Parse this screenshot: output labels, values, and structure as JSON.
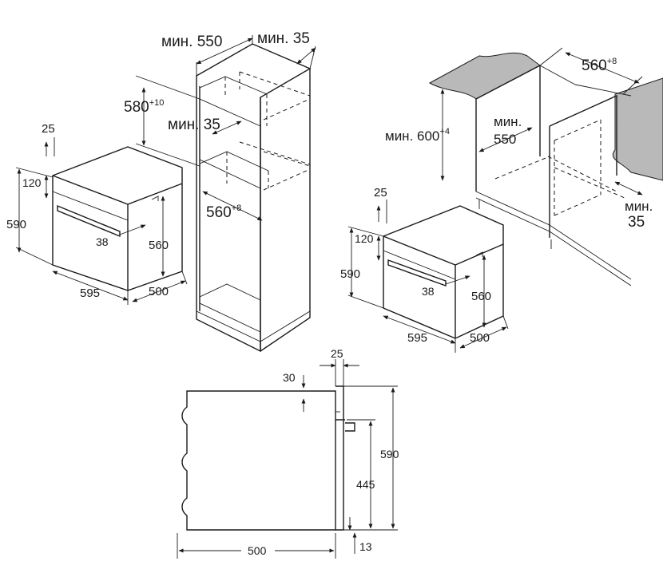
{
  "labels": {
    "min_550": "мин. 550",
    "min_35_top": "мин. 35",
    "h580": "580",
    "h580_sup": "+10",
    "min_35_mid": "мин. 35",
    "w560_tall": "560",
    "w560_tall_sup": "+8",
    "d25_left": "25",
    "d120_left": "120",
    "d590_left": "590",
    "d560_left": "560",
    "d38_left": "38",
    "d595_left": "595",
    "d500_left": "500",
    "w560_top_right": "560",
    "w560_top_right_sup": "+8",
    "min600": "мин. 600",
    "min600_sup": "+4",
    "min_550_right_a": "мин.",
    "min_550_right_b": "550",
    "min_35_right_a": "мин.",
    "min_35_right_b": "35",
    "d25_right": "25",
    "d120_right": "120",
    "d590_right": "590",
    "d560_right": "560",
    "d38_right": "38",
    "d595_right": "595",
    "d500_right": "500",
    "s25": "25",
    "s30": "30",
    "s590": "590",
    "s445": "445",
    "s500": "500",
    "s13": "13"
  },
  "colors": {
    "line": "#1a1a1a",
    "worktop": "#b9b9b9",
    "background": "#ffffff"
  },
  "icons": {
    "arrowhead": "arrow-head-icon"
  }
}
